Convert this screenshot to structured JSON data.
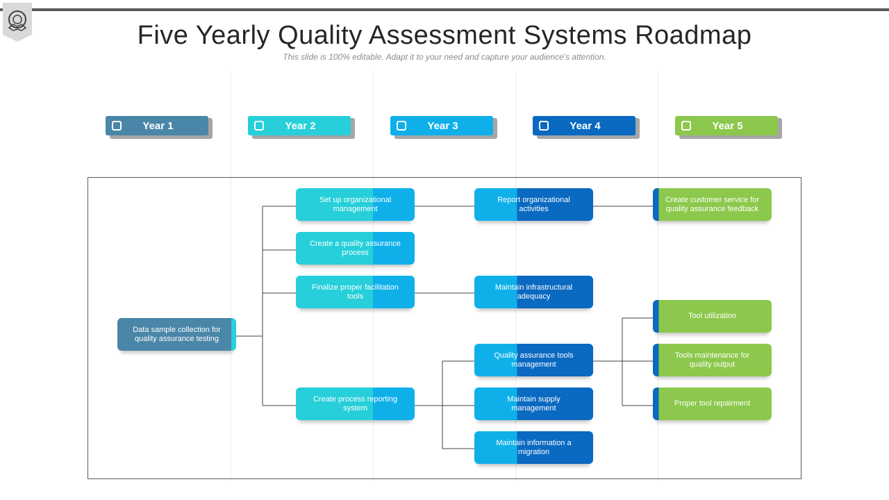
{
  "header": {
    "title": "Five Yearly Quality Assessment Systems Roadmap",
    "subtitle": "This slide is 100% editable. Adapt it to your need and capture your audience’s attention."
  },
  "logo": {
    "icon": "gear-handshake-icon"
  },
  "years": [
    {
      "label": "Year 1",
      "color": "#4a86a8"
    },
    {
      "label": "Year 2",
      "color": "#26cfd9"
    },
    {
      "label": "Year 3",
      "color": "#0fb0ea"
    },
    {
      "label": "Year 4",
      "color": "#0a69c0"
    },
    {
      "label": "Year 5",
      "color": "#8cc84b"
    }
  ],
  "nodes": {
    "root": "Data sample collection for quality assurance testing",
    "y2": [
      "Set up organizational management",
      "Create a quality assurance process",
      "Finalize proper facilitation tools",
      "Create process reporting system"
    ],
    "y4": [
      "Report organizational activities",
      "Maintain infrastructural adequacy",
      "Quality assurance tools management",
      "Maintain supply management",
      "Maintain information a migration"
    ],
    "y5": [
      "Create customer service for quality assurance feedback",
      "Tool utilization",
      "Tools maintenance for quality output",
      "Proper tool repairment"
    ]
  }
}
